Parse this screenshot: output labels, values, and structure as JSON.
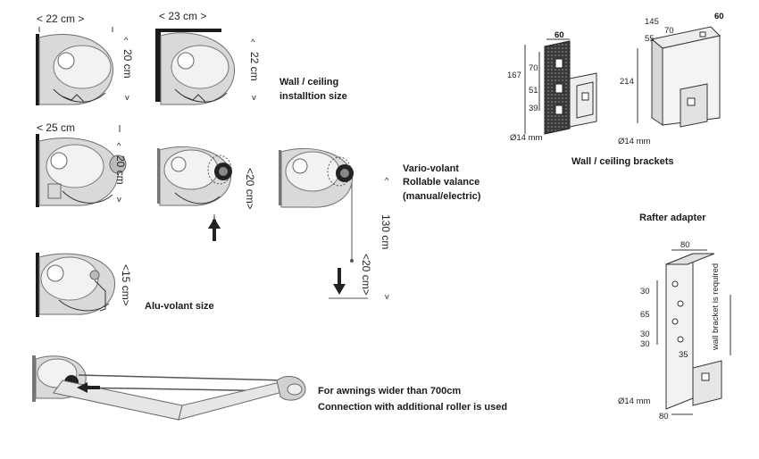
{
  "dimensions": {
    "a_width": "< 22 cm >",
    "a_height": "20 cm",
    "b_width": "< 23 cm >",
    "b_height": "22 cm",
    "c_width": "< 25 cm",
    "c_height": "20 cm",
    "d_height": "<20 cm>",
    "e_drop": "130 cm",
    "e_height": "<20 cm>",
    "f_height": "<15 cm>"
  },
  "labels": {
    "wall_ceiling_line1": "Wall / ceiling",
    "wall_ceiling_line2": "installtion size",
    "vario_line1": "Vario-volant",
    "vario_line2": "Rollable valance",
    "vario_line3": "(manual/electric)",
    "alu_volant": "Alu-volant size",
    "wide_line1": "For awnings wider than 700cm",
    "wide_line2": "Connection with additional roller is used",
    "brackets_title": "Wall / ceiling brackets",
    "rafter_title": "Rafter adapter"
  },
  "bracket_left": {
    "top": "60",
    "total": "167",
    "d1": "70",
    "d2": "51",
    "d3": "39",
    "hole": "Ø14 mm"
  },
  "bracket_right": {
    "d145": "145",
    "d60": "60",
    "d70": "70",
    "d55": "55",
    "height": "214",
    "hole": "Ø14 mm"
  },
  "rafter": {
    "top": "80",
    "d30a": "30",
    "d65": "65",
    "d30b": "30",
    "d30c": "30",
    "d35": "35",
    "note": "wall bracket is required",
    "hole": "Ø14 mm",
    "bottom": "80"
  }
}
